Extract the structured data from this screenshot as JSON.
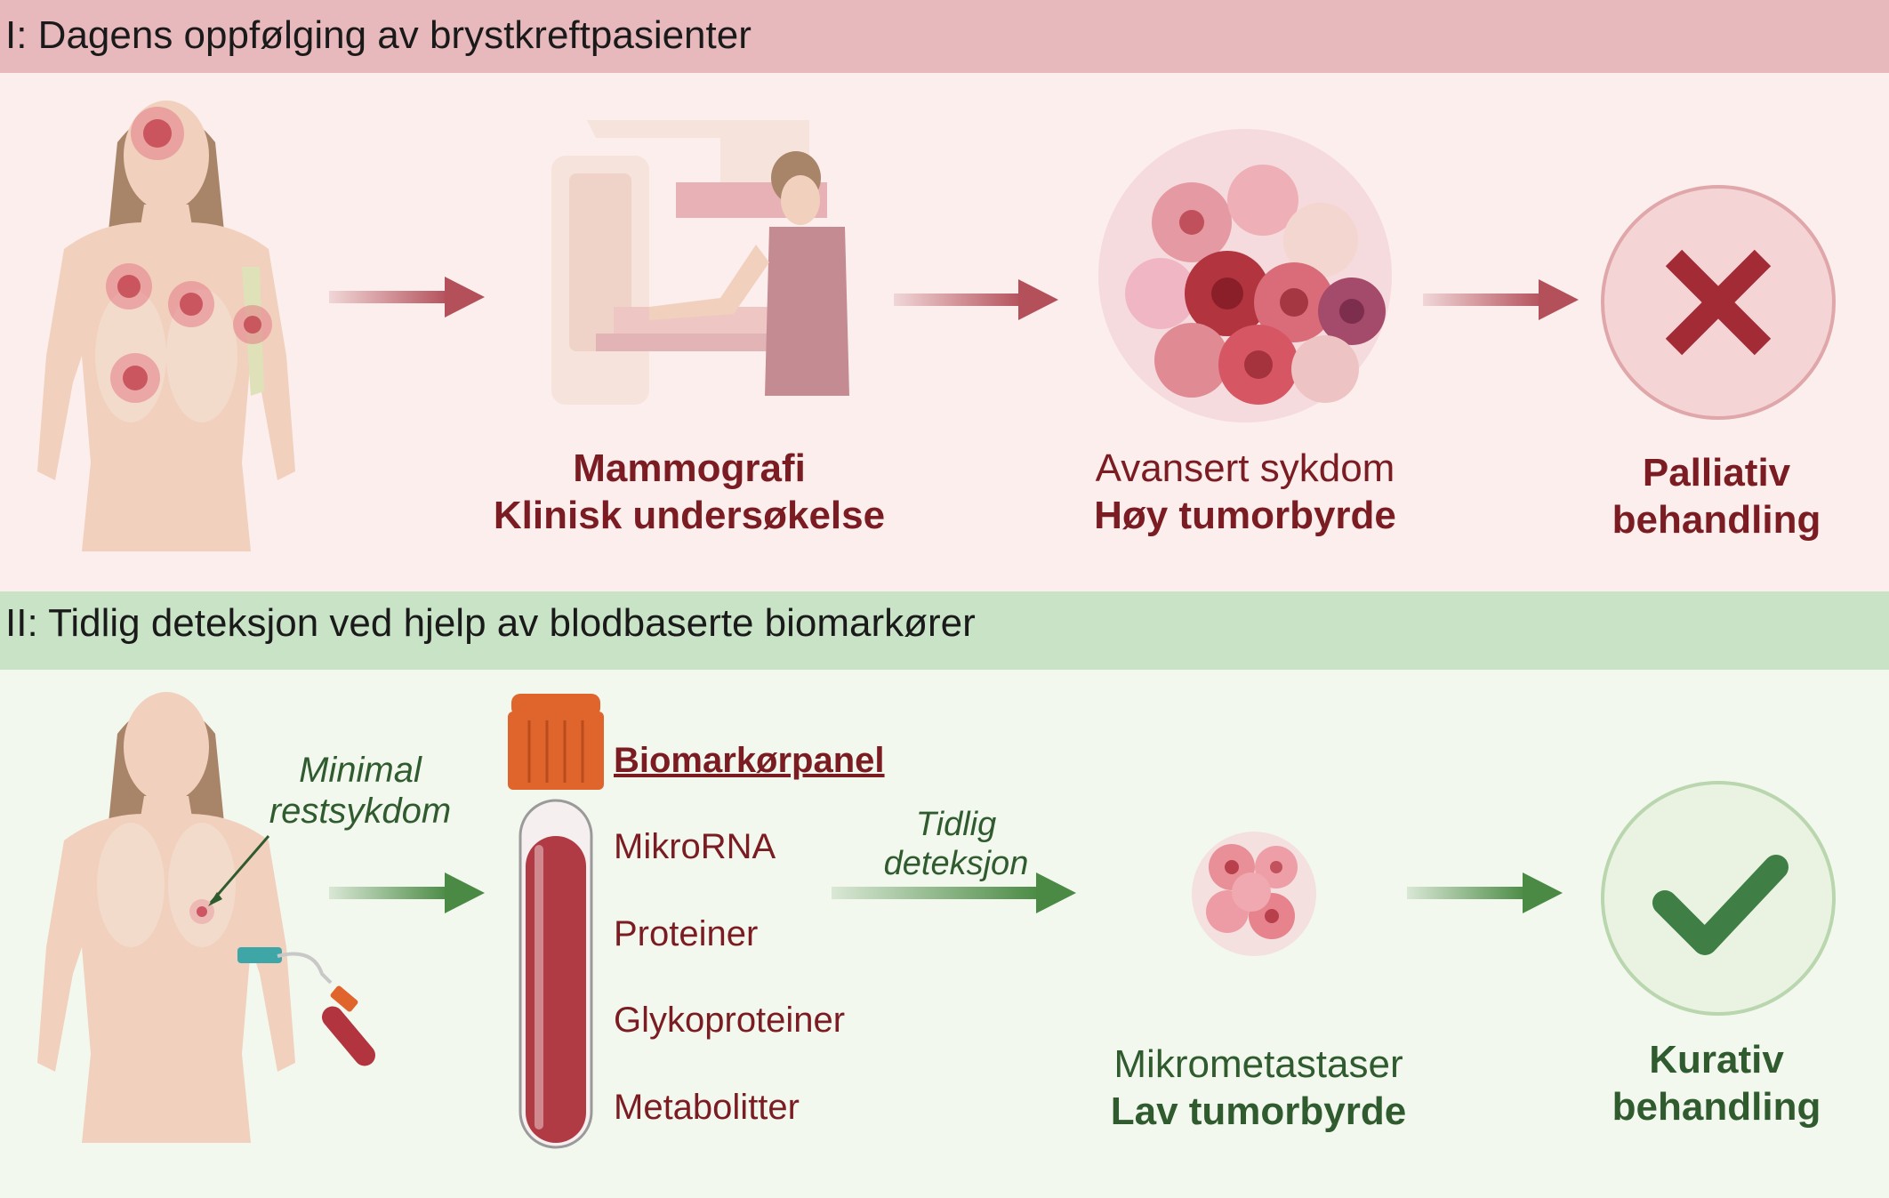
{
  "section1": {
    "title": "I: Dagens oppfølging av brystkreftpasienter",
    "mammo_line1": "Mammografi",
    "mammo_line2": "Klinisk undersøkelse",
    "disease_line1": "Avansert sykdom",
    "disease_line2": "Høy tumorbyrde",
    "treat_line1": "Palliativ",
    "treat_line2": "behandling"
  },
  "section2": {
    "title": "II: Tidlig deteksjon ved hjelp av blodbaserte biomarkører",
    "mrd_line1": "Minimal",
    "mrd_line2": "restsykdom",
    "panel_title": "Biomarkørpanel",
    "panel_items": [
      "MikroRNA",
      "Proteiner",
      "Glykoproteiner",
      "Metabolitter"
    ],
    "early_line1": "Tidlig",
    "early_line2": "deteksjon",
    "micro_line1": "Mikrometastaser",
    "micro_line2": "Lav tumorbyrde",
    "treat_line1": "Kurativ",
    "treat_line2": "behandling"
  },
  "colors": {
    "band1": "#e8b9bc",
    "band1_bg": "#fbeeed",
    "band2": "#c9e3c6",
    "band2_bg": "#f3f8ef",
    "dark_red": "#7a1c22",
    "dark_green": "#2f5b2e",
    "arrow_red": "#b4505a",
    "arrow_green": "#4a8a44"
  }
}
